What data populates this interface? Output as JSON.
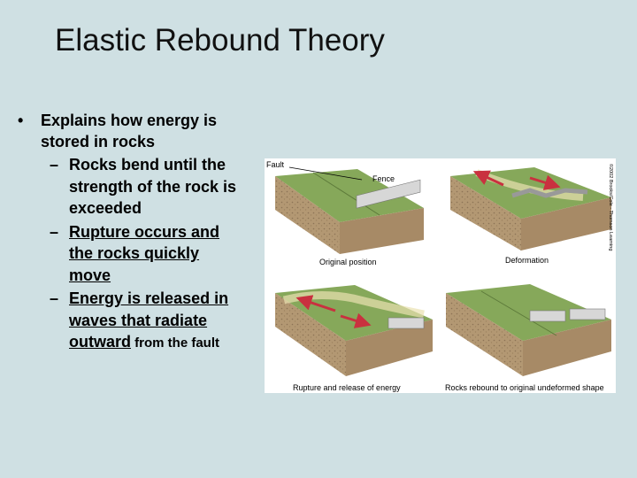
{
  "slide": {
    "title": "Elastic Rebound Theory"
  },
  "bullets": {
    "main_marker": "•",
    "main": [
      "Explains how energy is",
      "stored in rocks"
    ],
    "dash": "–",
    "sub": [
      {
        "lines": [
          "Rocks bend until the",
          "strength of the rock is",
          "exceeded"
        ]
      },
      {
        "lines": [
          "Rupture occurs and",
          "the rocks quickly",
          "move"
        ]
      },
      {
        "lines": [
          "Energy is released in",
          "waves that radiate"
        ],
        "last_line": "outward",
        "last_tail": " from the fault"
      }
    ]
  },
  "figure": {
    "labels": {
      "fault": "Fault",
      "fence": "Fence",
      "original": "Original position",
      "deformation": "Deformation",
      "rupture": "Rupture and release of energy",
      "rebound": "Rocks rebound to original undeformed shape",
      "copyright": "©2002 Brooks/Cole - Thomson Learning"
    },
    "colors": {
      "ground_top": "#86a85a",
      "soil": "#b39873",
      "arrow": "#c9313f"
    }
  }
}
